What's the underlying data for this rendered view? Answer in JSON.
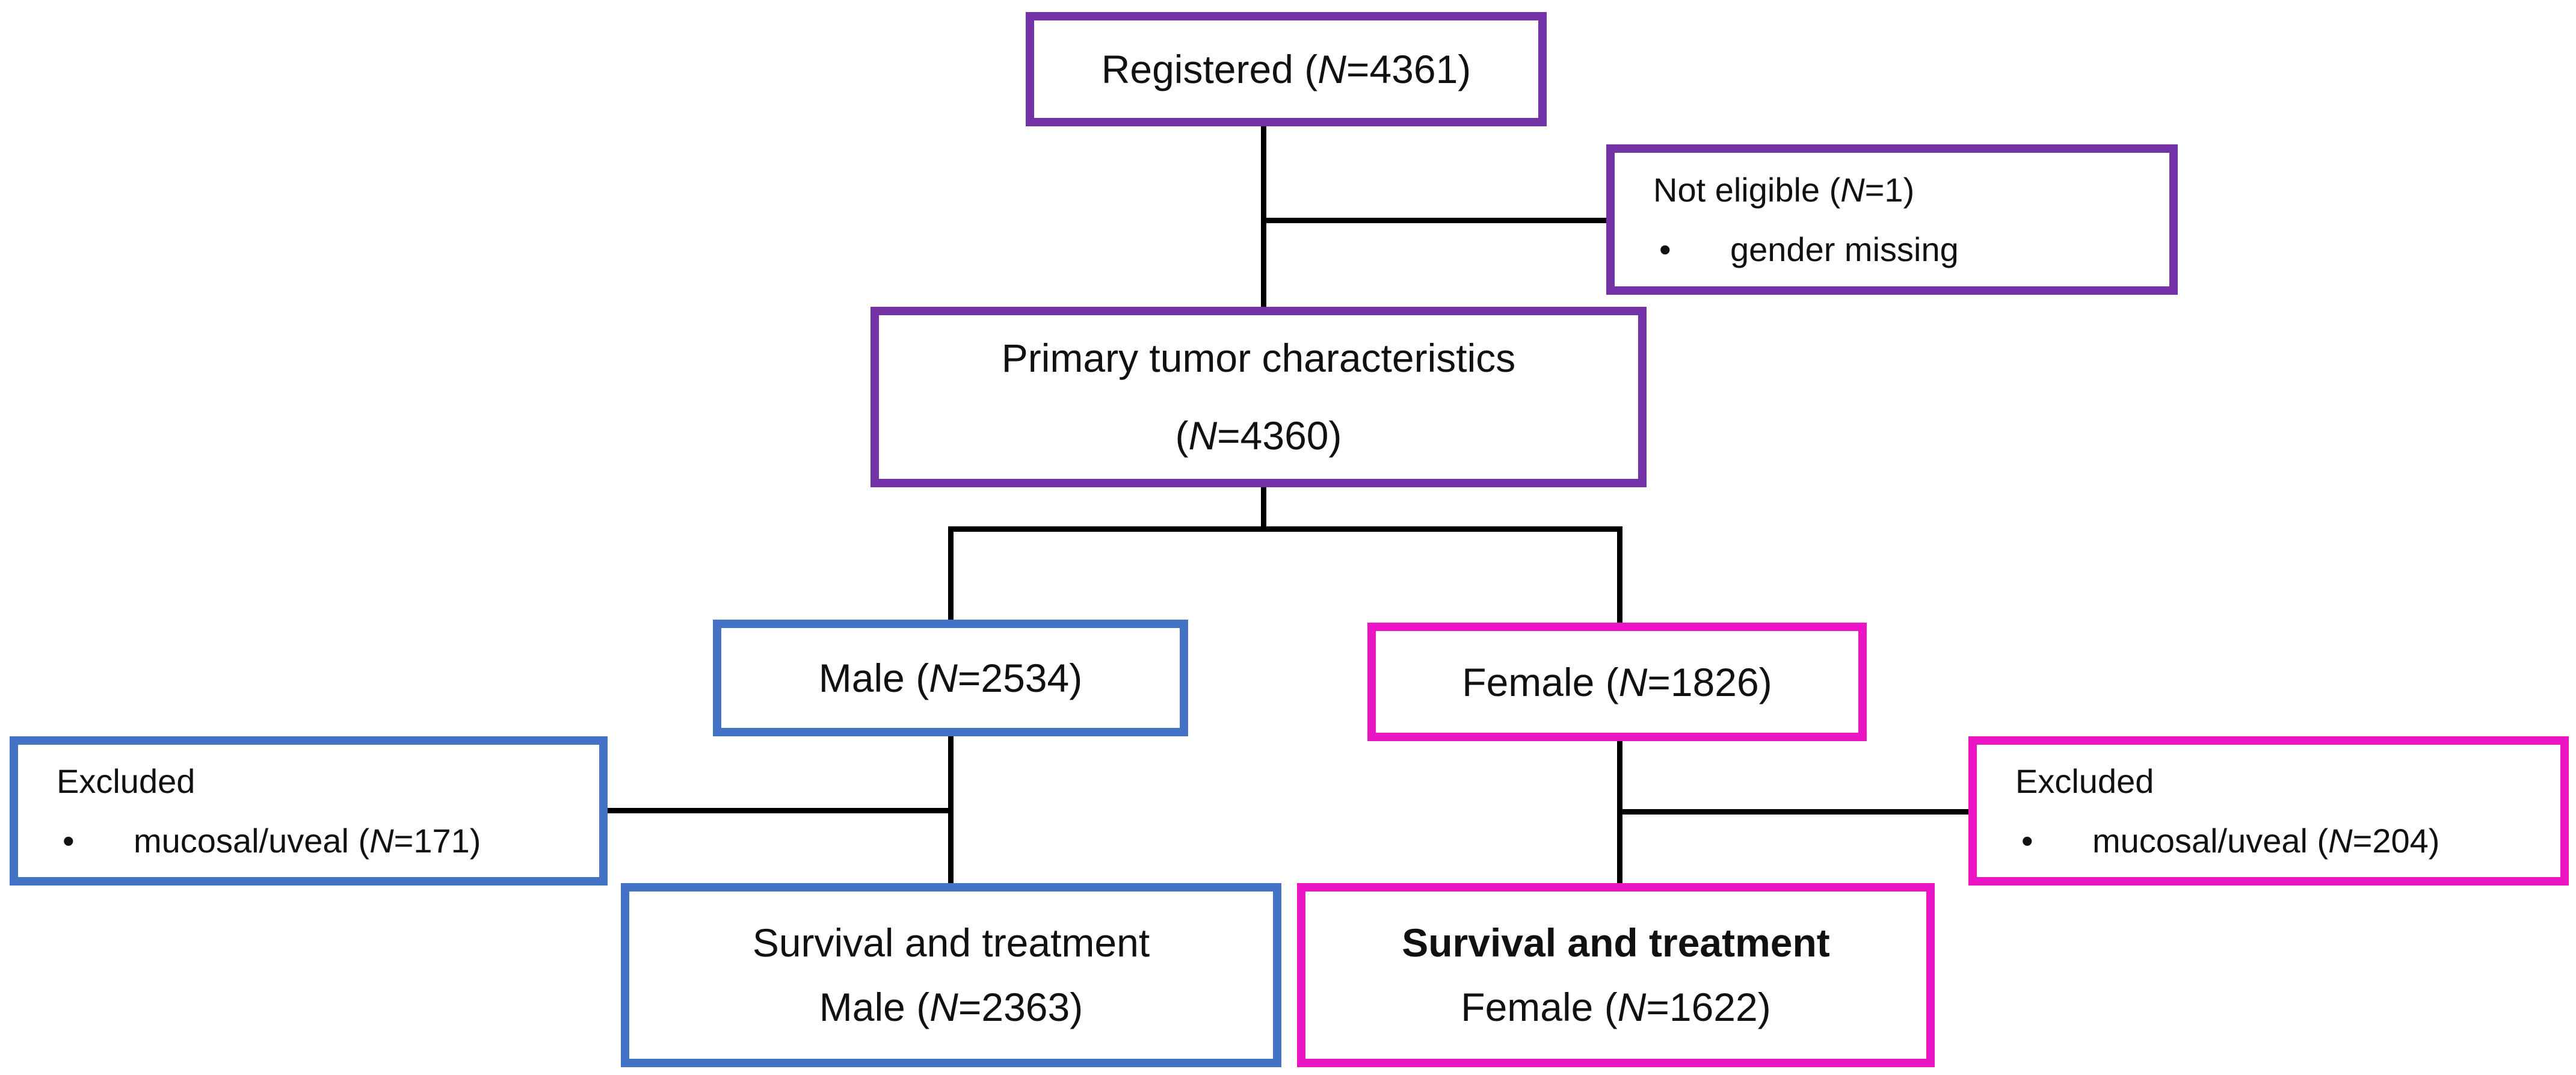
{
  "colors": {
    "purple": "#7333A7",
    "blue": "#4472C4",
    "pink": "#EC15C5",
    "line": "#000000"
  },
  "boxes": {
    "registered": {
      "pre": "Registered (",
      "n": "N",
      "post": "=4361)"
    },
    "not_eligible": {
      "title_pre": "Not eligible (",
      "n": "N",
      "title_post": "=1)",
      "bullet": "•",
      "item": "gender missing"
    },
    "primary": {
      "line1": "Primary tumor characteristics",
      "line2_pre": "(",
      "n": "N",
      "line2_post": "=4360)"
    },
    "male": {
      "pre": "Male (",
      "n": "N",
      "post": "=2534)"
    },
    "female": {
      "pre": "Female (",
      "n": "N",
      "post": "=1826)"
    },
    "excluded_male": {
      "title": "Excluded",
      "bullet": "•",
      "item_pre": "mucosal/uveal (",
      "n": "N",
      "item_post": "=171)"
    },
    "excluded_female": {
      "title": "Excluded",
      "bullet": "•",
      "item_pre": "mucosal/uveal (",
      "n": "N",
      "item_post": "=204)"
    },
    "survival_male": {
      "line1": "Survival and treatment",
      "line2_pre": "Male (",
      "n": "N",
      "line2_post": "=2363)"
    },
    "survival_female": {
      "line1": "Survival and treatment",
      "line2_pre": "Female (",
      "n": "N",
      "line2_post": "=1622)"
    }
  }
}
